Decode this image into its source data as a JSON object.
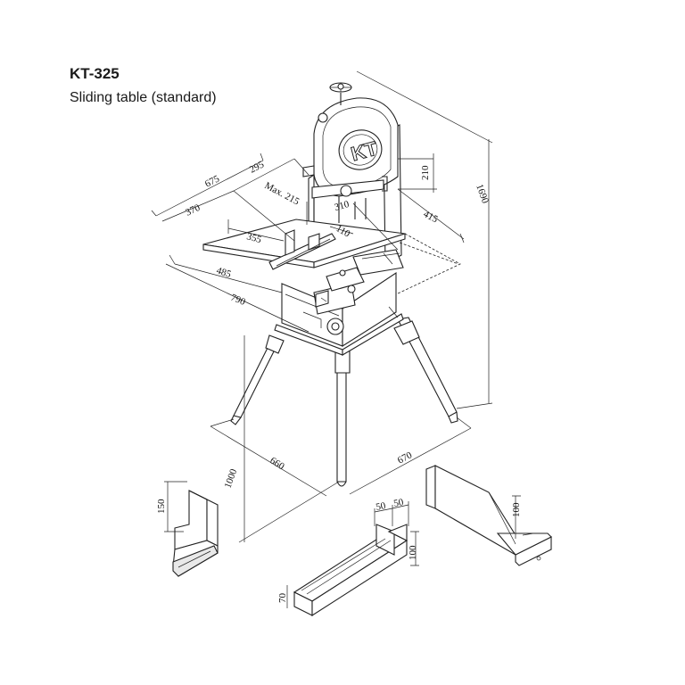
{
  "header": {
    "model": "KT-325",
    "subtitle": "Sliding table (standard)"
  },
  "machine": {
    "logo_text": "KT"
  },
  "dimensions": {
    "d675": "675",
    "d295": "295",
    "d370": "370",
    "d215": "Max. 215",
    "d310": "310",
    "d210": "210",
    "d415": "415",
    "d1690": "1690",
    "d355": "355",
    "d110": "110",
    "d485": "485",
    "d790": "790",
    "d1000": "1000",
    "d660": "660",
    "d670": "670"
  },
  "accessories": {
    "bracket_150": "150",
    "rail_50a": "50",
    "rail_50b": "50",
    "rail_100": "100",
    "rail_70": "70",
    "fence_100": "100"
  }
}
